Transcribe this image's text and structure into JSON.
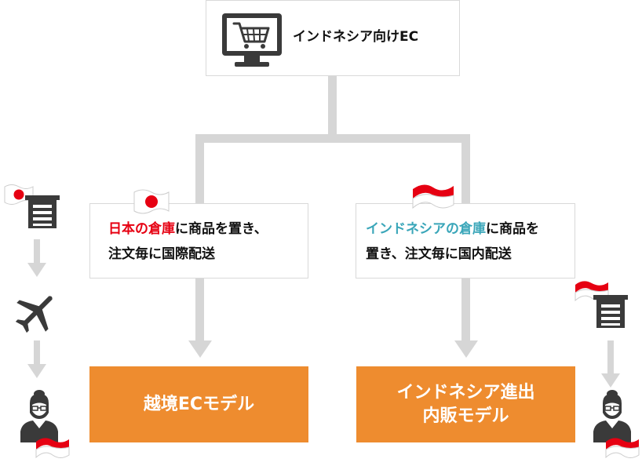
{
  "top": {
    "label": "インドネシア向けEC"
  },
  "left_box": {
    "highlight": "日本の倉庫",
    "line1_rest": "に商品を置き、",
    "line2": "注文毎に国際配送"
  },
  "right_box": {
    "highlight": "インドネシアの倉庫",
    "line1_rest": "に商品を",
    "line2": "置き、注文毎に国内配送"
  },
  "left_model": {
    "label": "越境ECモデル"
  },
  "right_model": {
    "line1": "インドネシア進出",
    "line2": "内販モデル"
  },
  "colors": {
    "connector": "#d6d6d6",
    "model_box": "#ee8c2f",
    "japan_highlight": "#e60012",
    "indonesia_highlight": "#3aa6b9",
    "icon": "#3a3a3a",
    "flag_red": "#e60012"
  },
  "icons": [
    "shopping-cart-monitor-icon",
    "warehouse-icon",
    "airplane-icon",
    "person-icon",
    "japan-flag-icon",
    "indonesia-flag-icon",
    "arrow-down-icon"
  ]
}
